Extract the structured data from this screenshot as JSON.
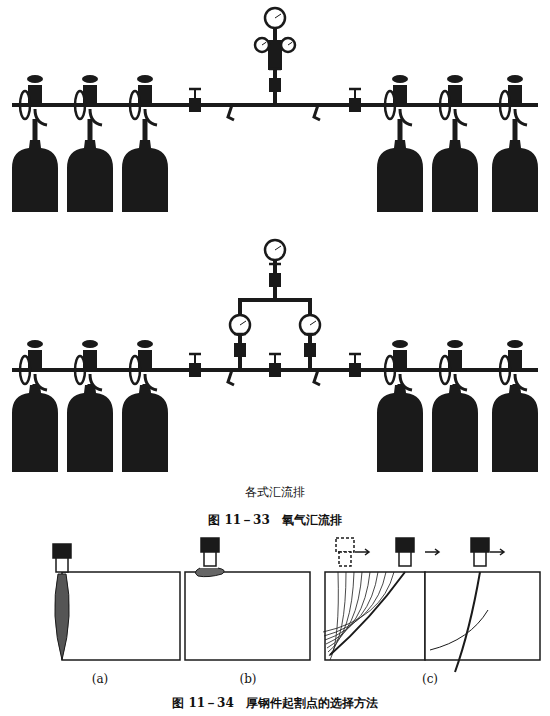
{
  "diagram": {
    "labels": [
      "各式汇流排",
      "图 11－33　氧气汇流排",
      "(a)",
      "(b)",
      "(c)",
      "图 11－34　厚钢件起割点的选择方法"
    ]
  }
}
